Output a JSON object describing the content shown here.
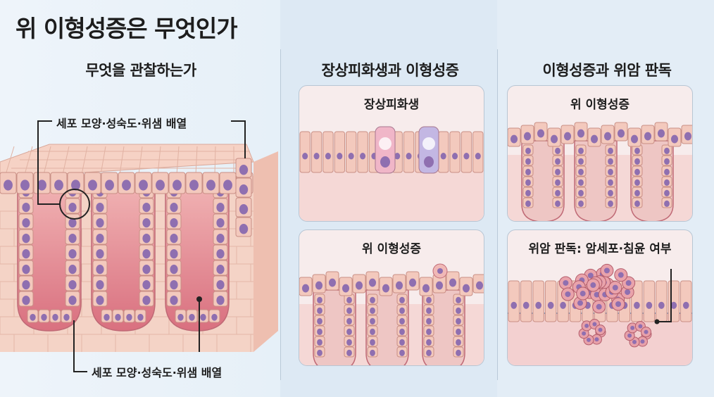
{
  "title": "위 이형성증은 무엇인가",
  "columns": [
    {
      "heading": "무엇을 관찰하는가"
    },
    {
      "heading": "장상피화생과 이형성증"
    },
    {
      "heading": "이형성증과 위암 판독"
    }
  ],
  "callouts": {
    "top": "세포 모양·성숙도·위샘 배열",
    "bottom": "세포 모양·성숙도·위샘 배열"
  },
  "panels": {
    "metaplasia": "장상피화생",
    "dysplasia_mid": "위 이형성증",
    "dysplasia_right": "위 이형성증",
    "cancer": "위암 판독: 암세포·침윤 여부"
  },
  "colors": {
    "tissue": "#f3c9bd",
    "gland": "#e58f9c",
    "nucleus": "#8f6fb0",
    "panel_bg": "#f7ecec"
  }
}
